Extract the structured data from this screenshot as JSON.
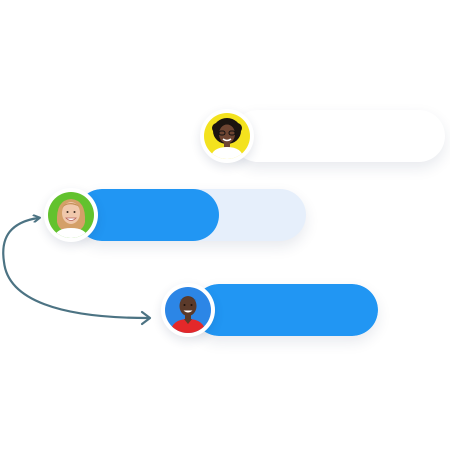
{
  "colors": {
    "accent_blue": "#2196F3",
    "track_light_blue": "#E6EFFB",
    "track_white": "#FFFFFF",
    "connector": "#4C7383"
  },
  "rows": [
    {
      "avatar": {
        "icon": "woman-curly-hair-avatar-icon",
        "bg": "#F3E21E",
        "hair": "#1B1410",
        "skin": "#6E4532",
        "shirt": "#FFFFFF"
      },
      "progress": 0.0
    },
    {
      "avatar": {
        "icon": "woman-blonde-avatar-icon",
        "bg": "#62C22E",
        "hair": "#D4A068",
        "skin": "#F0C8AC",
        "shirt": "#FFFFFF"
      },
      "progress": 0.62
    },
    {
      "avatar": {
        "icon": "man-red-shirt-avatar-icon",
        "bg": "#2C86E6",
        "hair": "#2A1A14",
        "skin": "#5B3A2A",
        "shirt": "#E3282A"
      },
      "progress": 1.0
    }
  ],
  "connector": {
    "icon": "curved-arrow-icon"
  }
}
